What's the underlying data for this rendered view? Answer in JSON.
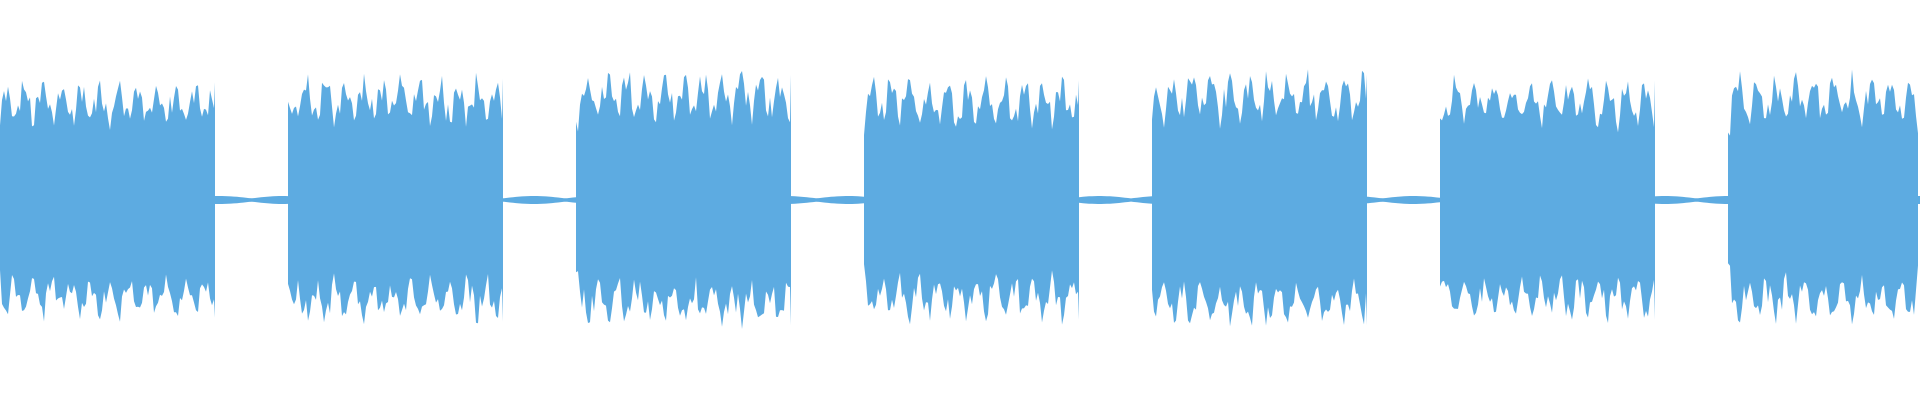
{
  "colors": {
    "background": "#ffffff",
    "waveform": "#5dabe1"
  },
  "waveform": {
    "segment_count": 7,
    "segments": [
      {
        "start": 0.0,
        "end": 0.112,
        "amplitude": 0.62
      },
      {
        "start": 0.15,
        "end": 0.262,
        "amplitude": 0.64
      },
      {
        "start": 0.3,
        "end": 0.412,
        "amplitude": 0.66
      },
      {
        "start": 0.45,
        "end": 0.562,
        "amplitude": 0.63
      },
      {
        "start": 0.6,
        "end": 0.712,
        "amplitude": 0.66
      },
      {
        "start": 0.75,
        "end": 0.862,
        "amplitude": 0.63
      },
      {
        "start": 0.9,
        "end": 1.0,
        "amplitude": 0.64
      }
    ],
    "gap_amplitude": 0.02
  }
}
